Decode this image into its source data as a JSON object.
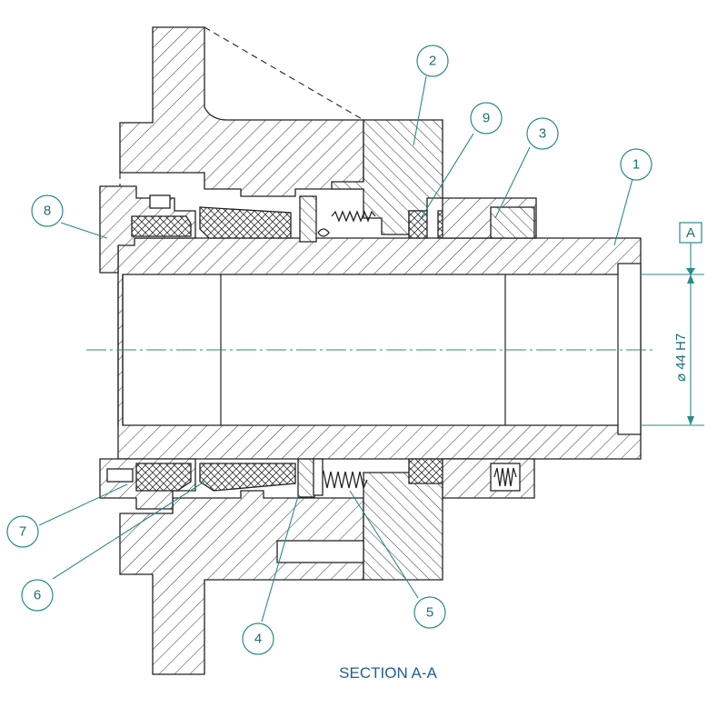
{
  "title": "SECTION A-A",
  "callouts": [
    "1",
    "2",
    "3",
    "4",
    "5",
    "6",
    "7",
    "8",
    "9"
  ],
  "datum_label": "A",
  "dimension_label": "⌀ 44 H7"
}
